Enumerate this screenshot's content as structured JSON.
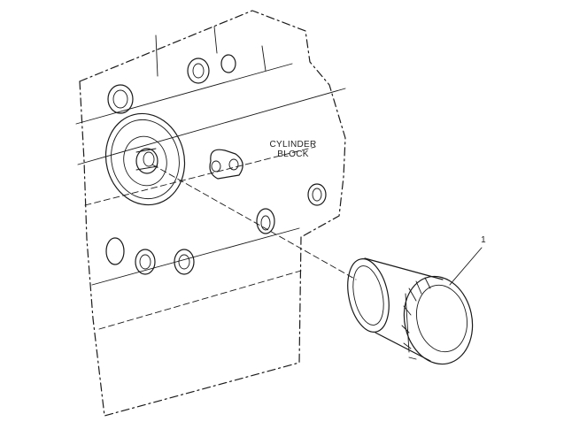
{
  "labels": {
    "cylinder_block_line1": "CYLINDER",
    "cylinder_block_line2": "BLOCK",
    "callout_number": "1"
  },
  "icons": {
    "cylinder_block": "cylinder-block-drawing",
    "oil_filter": "oil-filter-drawing"
  },
  "colors": {
    "line": "#1a1a1a",
    "background": "#ffffff"
  }
}
